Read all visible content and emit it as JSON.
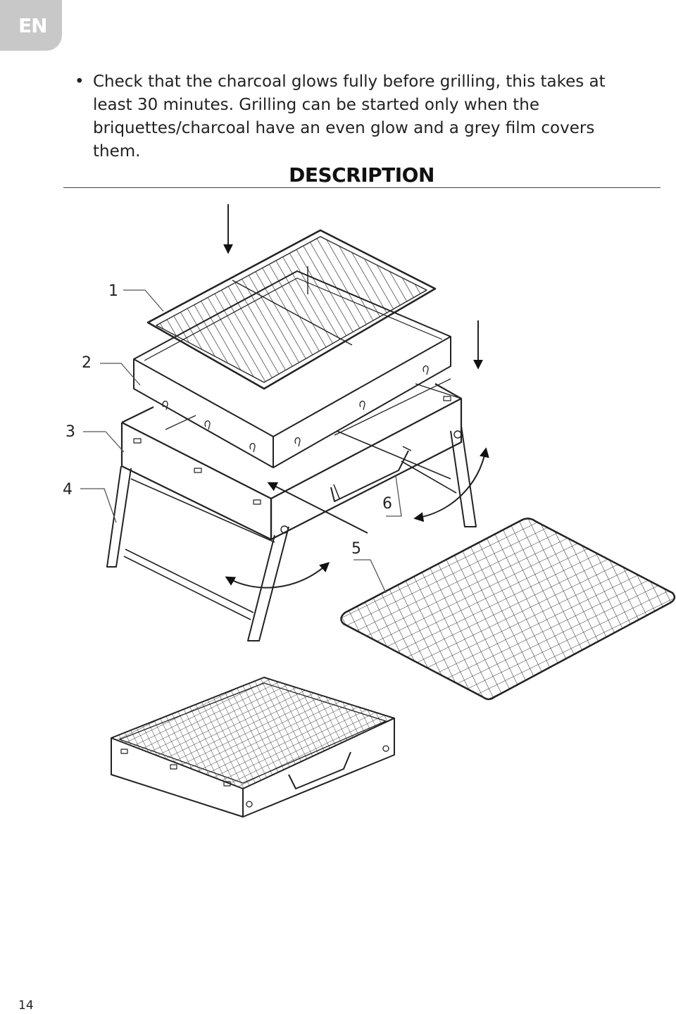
{
  "language_tab": "EN",
  "bullet": {
    "marker": "•",
    "text": "Check that the charcoal glows fully before grilling, this takes at least 30 minutes. Grilling can be started only when the briquettes/charcoal have an even glow and a grey film covers them."
  },
  "section_title": "DESCRIPTION",
  "callouts": [
    "1",
    "2",
    "3",
    "4",
    "5",
    "6"
  ],
  "page_number": "14"
}
